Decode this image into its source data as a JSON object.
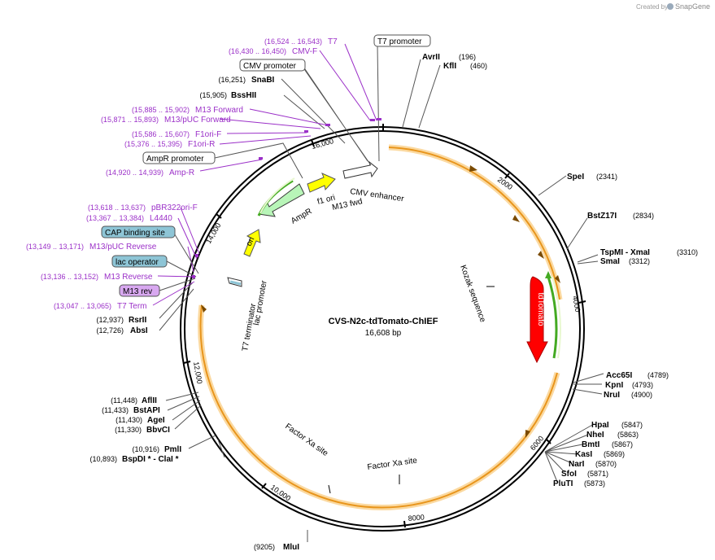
{
  "credit": {
    "prefix": "Created by",
    "brand": "SnapGene"
  },
  "plasmid": {
    "name": "CVS-N2c-tdTomato-ChIEF",
    "size": "16,608 bp"
  },
  "ticks": [
    "2000",
    "4000",
    "6000",
    "8000",
    "10,000",
    "12,000",
    "14,000",
    "16,000"
  ],
  "features": {
    "tdtomato": "tdTomato",
    "ori": "ori",
    "ampr": "AmpR",
    "f1ori": "f1 ori",
    "m13fwd": "M13 fwd",
    "cmv_enhancer": "CMV enhancer",
    "kozak": "Kozak sequence",
    "lac_promoter": "lac promoter",
    "t7_terminator": "T7 terminator",
    "factor_xa_1": "Factor Xa site",
    "factor_xa_2": "Factor Xa site"
  },
  "right_sites": [
    {
      "name": "AvrII",
      "pos": "(196)"
    },
    {
      "name": "KflI",
      "pos": "(460)"
    },
    {
      "name": "SpeI",
      "pos": "(2341)"
    },
    {
      "name": "BstZ17I",
      "pos": "(2834)"
    },
    {
      "name": "TspMI - XmaI",
      "pos": "(3310)"
    },
    {
      "name": "SmaI",
      "pos": "(3312)"
    },
    {
      "name": "Acc65I",
      "pos": "(4789)"
    },
    {
      "name": "KpnI",
      "pos": "(4793)"
    },
    {
      "name": "NruI",
      "pos": "(4900)"
    },
    {
      "name": "HpaI",
      "pos": "(5847)"
    },
    {
      "name": "NheI",
      "pos": "(5863)"
    },
    {
      "name": "BmtI",
      "pos": "(5867)"
    },
    {
      "name": "KasI",
      "pos": "(5869)"
    },
    {
      "name": "NarI",
      "pos": "(5870)"
    },
    {
      "name": "SfoI",
      "pos": "(5871)"
    },
    {
      "name": "PluTI",
      "pos": "(5873)"
    }
  ],
  "bottom_site": {
    "name": "MluI",
    "pos": "(9205)"
  },
  "left_sites": [
    {
      "name": "SnaBI",
      "pos": "(16,251)"
    },
    {
      "name": "BssHII",
      "pos": "(15,905)"
    },
    {
      "name": "RsrII",
      "pos": "(12,937)"
    },
    {
      "name": "AbsI",
      "pos": "(12,726)"
    },
    {
      "name": "AflII",
      "pos": "(11,448)"
    },
    {
      "name": "BstAPI",
      "pos": "(11,433)"
    },
    {
      "name": "AgeI",
      "pos": "(11,430)"
    },
    {
      "name": "BbvCI",
      "pos": "(11,330)"
    },
    {
      "name": "PmlI",
      "pos": "(10,916)"
    },
    {
      "name": "BspDI * - ClaI *",
      "pos": "(10,893)"
    }
  ],
  "primers": [
    {
      "name": "T7",
      "range": "(16,524 .. 16,543)"
    },
    {
      "name": "CMV-F",
      "range": "(16,430 .. 16,450)"
    },
    {
      "name": "M13 Forward",
      "range": "(15,885 .. 15,902)"
    },
    {
      "name": "M13/pUC Forward",
      "range": "(15,871 .. 15,893)"
    },
    {
      "name": "F1ori-F",
      "range": "(15,586 .. 15,607)"
    },
    {
      "name": "F1ori-R",
      "range": "(15,376 .. 15,395)"
    },
    {
      "name": "Amp-R",
      "range": "(14,920 .. 14,939)"
    },
    {
      "name": "pBR322ori-F",
      "range": "(13,618 .. 13,637)"
    },
    {
      "name": "L4440",
      "range": "(13,367 .. 13,384)"
    },
    {
      "name": "M13/pUC Reverse",
      "range": "(13,149 .. 13,171)"
    },
    {
      "name": "M13 Reverse",
      "range": "(13,136 .. 13,152)"
    },
    {
      "name": "T7 Term",
      "range": "(13,047 .. 13,065)"
    }
  ],
  "boxed_labels": {
    "t7_promoter": "T7 promoter",
    "cmv_promoter": "CMV promoter",
    "ampr_promoter": "AmpR promoter",
    "cap_binding": "CAP binding site",
    "lac_operator": "lac operator",
    "m13_rev": "M13 rev"
  },
  "colors": {
    "backbone": "#000000",
    "orf": "#f5a623",
    "orf_glow": "#fbd9a0",
    "tdtomato": "#ff0000",
    "chief": "#44aa22",
    "ampr": "#b8f5b8",
    "ori": "#ffff00",
    "primer": "#9b30c8",
    "cap_box": "#8ec5d6",
    "m13_box": "#d8a8f0"
  }
}
